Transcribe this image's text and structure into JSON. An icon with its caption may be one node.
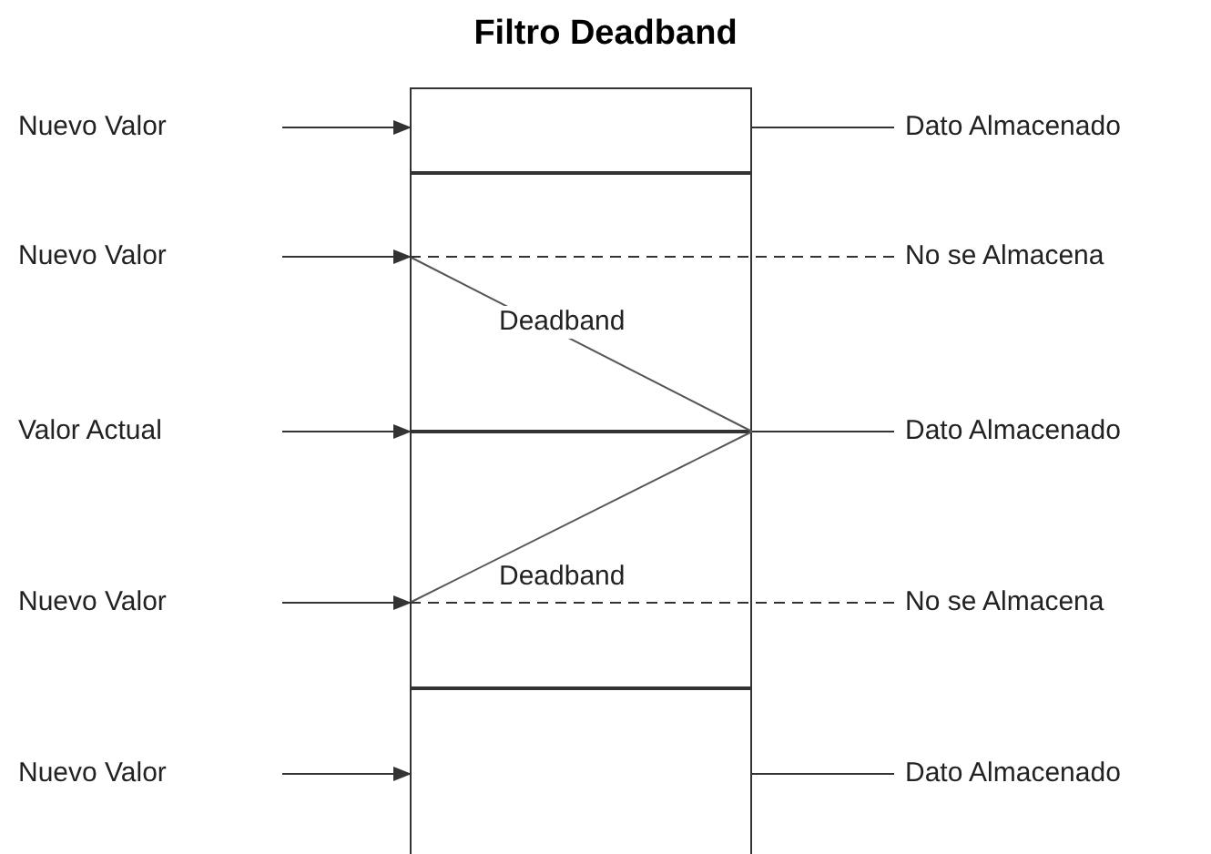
{
  "diagram": {
    "title": "Filtro Deadband",
    "nodes": [
      {
        "text": [],
        "shape": "bar"
      },
      {
        "text": [
          "Nuevo Valor"
        ]
      },
      {
        "text": [
          "Dato Almacenado"
        ]
      },
      {
        "text": [
          "Nuevo Valor"
        ]
      },
      {
        "text": [
          "No se Almacena"
        ]
      },
      {
        "text": [
          "Valor Actual"
        ]
      },
      {
        "text": [
          "Dato Almacenado"
        ]
      },
      {
        "text": [
          "Nuevo Valor"
        ]
      },
      {
        "text": [
          "No se Almacena"
        ]
      },
      {
        "text": [
          "Nuevo Valor"
        ]
      },
      {
        "text": [
          "Dato Almacenado"
        ]
      }
    ],
    "edges": [
      {
        "from": 1,
        "to": 0,
        "arrow": "to"
      },
      {
        "from": 0,
        "to": 2,
        "arrow": "none"
      },
      {
        "from": 3,
        "to": 0,
        "arrow": "to"
      },
      {
        "from": 0,
        "to": 4,
        "arrow": "none",
        "style": "dashed"
      },
      {
        "from": 5,
        "to": 0,
        "arrow": "to"
      },
      {
        "from": 0,
        "to": 6,
        "arrow": "none"
      },
      {
        "from": 7,
        "to": 0,
        "arrow": "to"
      },
      {
        "from": 0,
        "to": 8,
        "arrow": "none",
        "style": "dashed"
      },
      {
        "from": 9,
        "to": 0,
        "arrow": "to"
      },
      {
        "from": 0,
        "to": 10,
        "arrow": "none"
      }
    ],
    "labels": [
      "Deadband",
      "Deadband"
    ]
  }
}
